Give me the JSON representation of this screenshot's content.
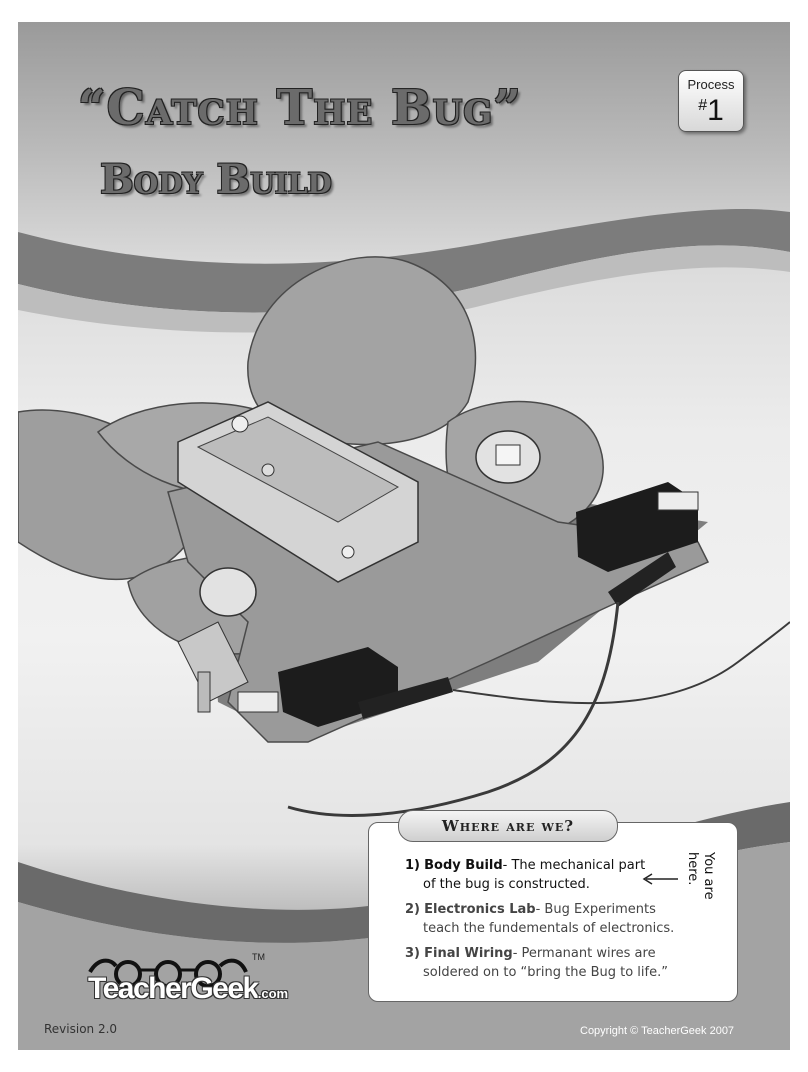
{
  "header": {
    "title_line1": "“Catch The Bug”",
    "title_line2": "Body Build",
    "process_label": "Process",
    "process_hash": "#",
    "process_number": "1"
  },
  "illustration": {
    "subject": "bug-body-assembly",
    "colors": {
      "body": "#9a9a9a",
      "body_edge": "#5e5e5e",
      "switch": "#1c1c1c",
      "battery_holder": "#d4d4d4",
      "wire": "#3a3a3a"
    }
  },
  "where_are_we": {
    "heading": "Where are we?",
    "steps": [
      {
        "number": "1)",
        "name": "Body Build",
        "rest": "- The mechanical part",
        "line2": "of the bug is constructed."
      },
      {
        "number": "2)",
        "name": "Electronics Lab",
        "rest": "- Bug Experiments",
        "line2": "teach the fundementals of electronics."
      },
      {
        "number": "3)",
        "name": "Final Wiring",
        "rest": "- Permanant wires are",
        "line2": "soldered on to “bring the Bug to life.”"
      }
    ],
    "you_are_here_line1": "You are",
    "you_are_here_line2": "here."
  },
  "footer": {
    "logo_text": "TeacherGeek",
    "logo_suffix": ".com",
    "trademark": "TM",
    "revision": "Revision 2.0",
    "copyright": "Copyright © TeacherGeek 2007"
  }
}
